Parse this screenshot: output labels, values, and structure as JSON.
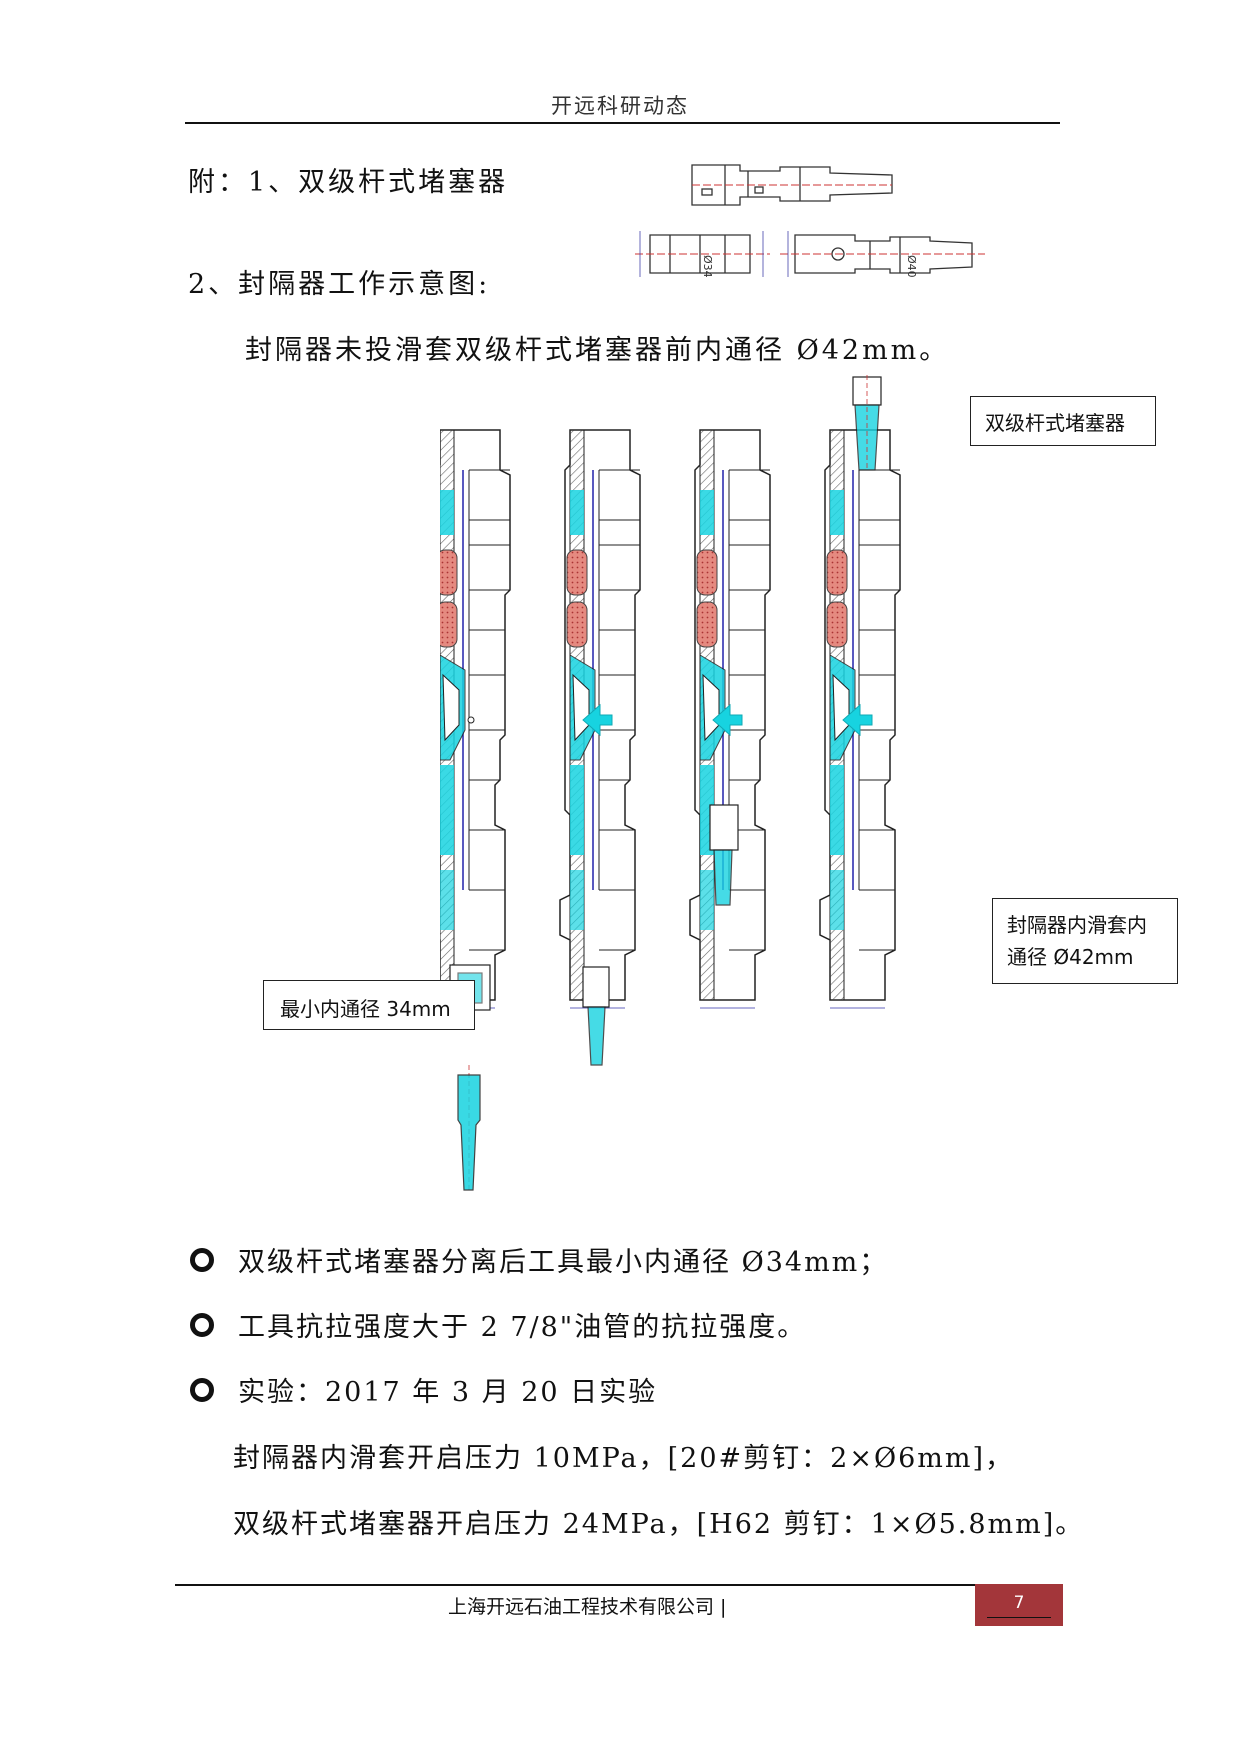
{
  "header": {
    "title": "开远科研动态"
  },
  "content": {
    "item1": "附：1、双级杆式堵塞器",
    "item2": "2、封隔器工作示意图:",
    "intro": "封隔器未投滑套双级杆式堵塞器前内通径 Ø42mm。"
  },
  "diagram": {
    "label_plug": "双级杆式堵塞器",
    "label_sleeve_line1": "封隔器内滑套内",
    "label_sleeve_line2": "通径 Ø42mm",
    "label_min": "最小内通径 34mm",
    "dim_a": "Ø34",
    "dim_b": "Ø40",
    "accent_color": "#17d3e0",
    "seal_color": "#e58a80"
  },
  "bullets": [
    "双级杆式堵塞器分离后工具最小内通径 Ø34mm；",
    "工具抗拉强度大于 2 7/8\"油管的抗拉强度。",
    "实验：2017 年 3 月 20 日实验"
  ],
  "paragraphs": [
    "封隔器内滑套开启压力 10MPa，[20#剪钉：2×Ø6mm]，",
    "双级杆式堵塞器开启压力 24MPa，[H62 剪钉：1×Ø5.8mm]。"
  ],
  "footer": {
    "company": "上海开远石油工程技术有限公司 |",
    "page": "7"
  }
}
